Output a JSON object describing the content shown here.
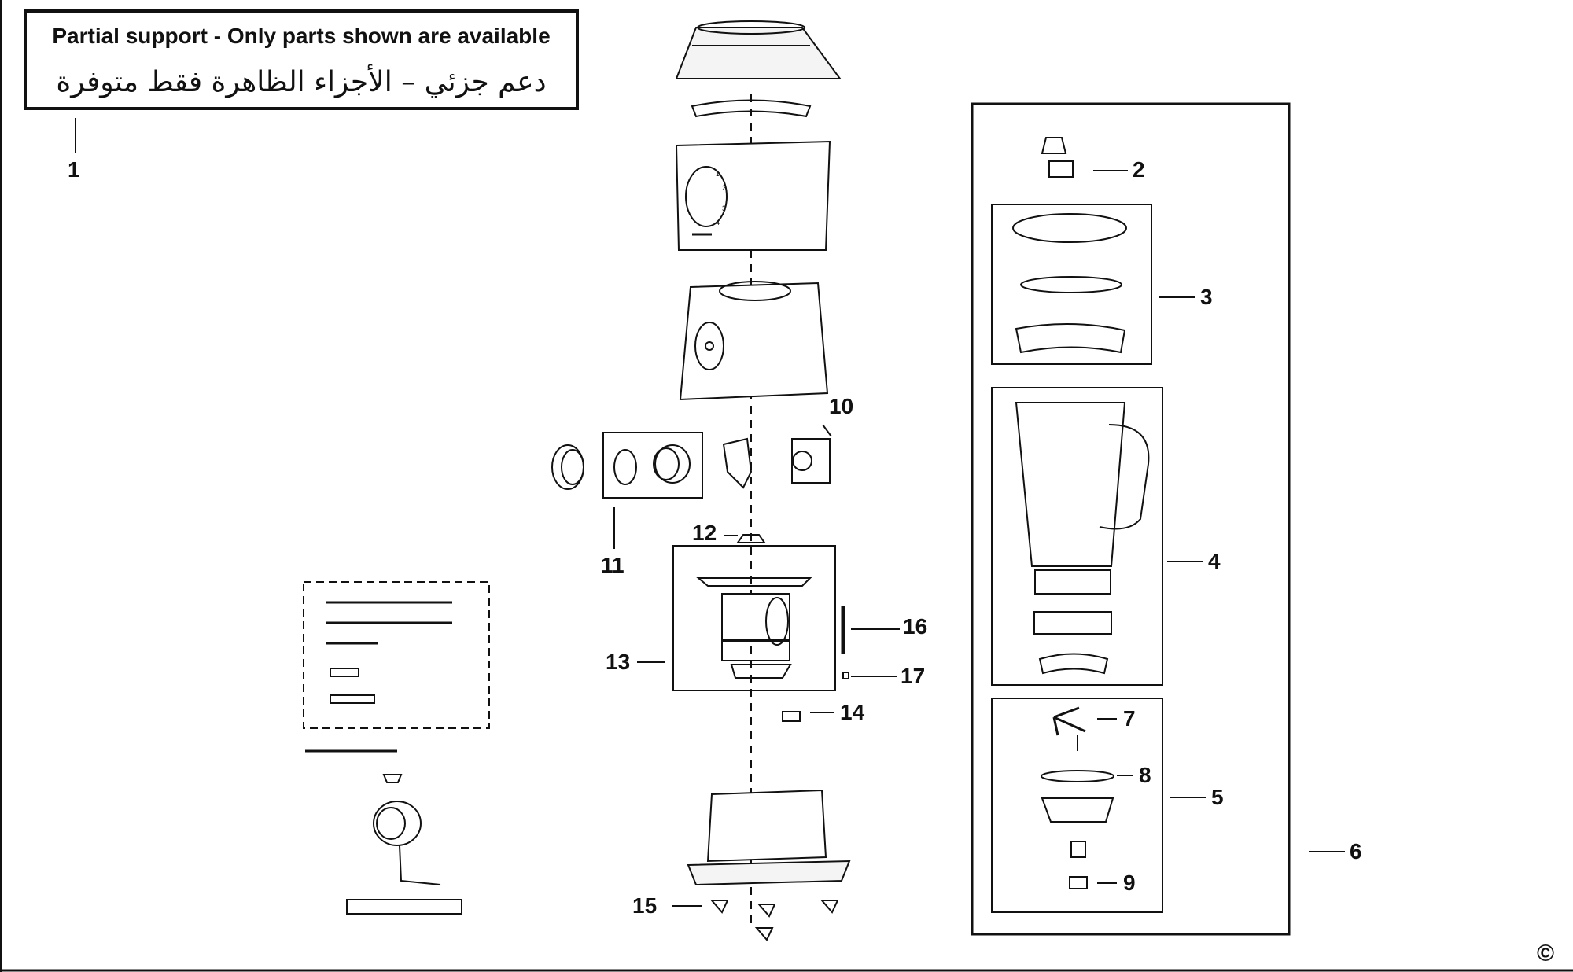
{
  "notice": {
    "english": "Partial support - Only parts shown are available",
    "arabic": "دعم جزئي – الأجزاء الظاهرة فقط متوفرة"
  },
  "callouts": [
    "1",
    "2",
    "3",
    "4",
    "5",
    "6",
    "7",
    "8",
    "9",
    "10",
    "11",
    "12",
    "13",
    "14",
    "15",
    "16",
    "17"
  ],
  "speed_dial": [
    "1",
    "2",
    "3",
    "4"
  ],
  "copyright_symbol": "©",
  "colors": {
    "line": "#111111",
    "background": "#ffffff"
  }
}
